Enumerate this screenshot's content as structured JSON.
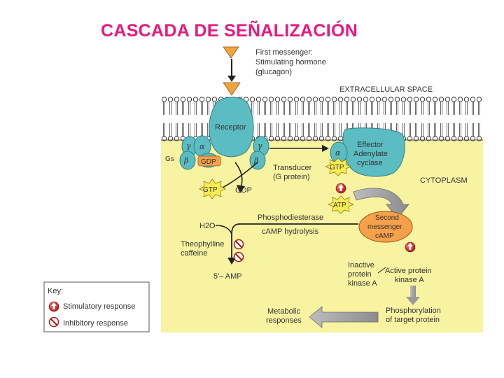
{
  "title": "CASCADA DE SEÑALIZACIÓN",
  "first_messenger": [
    "First messenger:",
    "Stimulating hormone",
    "(glucagon)"
  ],
  "extracellular_space": "EXTRACELLULAR SPACE",
  "cytoplasm": "CYTOPLASM",
  "receptor": "Receptor",
  "gs": "Gs",
  "greek": {
    "alpha": "α",
    "beta": "β",
    "gamma": "γ"
  },
  "gdp_bound": "GDP",
  "gtp_free": "GTP",
  "gdp_free": "GDP",
  "transducer": [
    "Transducer",
    "(G protein)"
  ],
  "gtp_bound": "GTP",
  "effector": [
    "Effector",
    "Adenylate",
    "cyclase"
  ],
  "atp": "ATP",
  "phosphodiesterase": "Phosphodiesterase",
  "h2o": "H2O",
  "camp_hydrolysis": "cAMP hydrolysis",
  "second_messenger": [
    "Second",
    "messenger",
    "cAMP"
  ],
  "theophylline": [
    "Theophylline",
    "caffeine"
  ],
  "amp": "5'– AMP",
  "inactive_pka": [
    "Inactive",
    "protein",
    "kinase A"
  ],
  "active_pka": [
    "Active protein",
    "kinase A"
  ],
  "metabolic": [
    "Metabolic",
    "responses"
  ],
  "phosphorylation": [
    "Phosphorylation",
    "of target protein"
  ],
  "key": {
    "title": "Key:",
    "stimulatory": "Stimulatory response",
    "inhibitory": "Inhibitory response"
  },
  "colors": {
    "title": "#e8197c",
    "cytoplasm": "#f8f3a0",
    "protein": "#5bbdc2",
    "ligand": "#f2a33a",
    "camp": "#f5a04a",
    "burst": "#f7ec52",
    "stimulatory": "#d6262b"
  }
}
